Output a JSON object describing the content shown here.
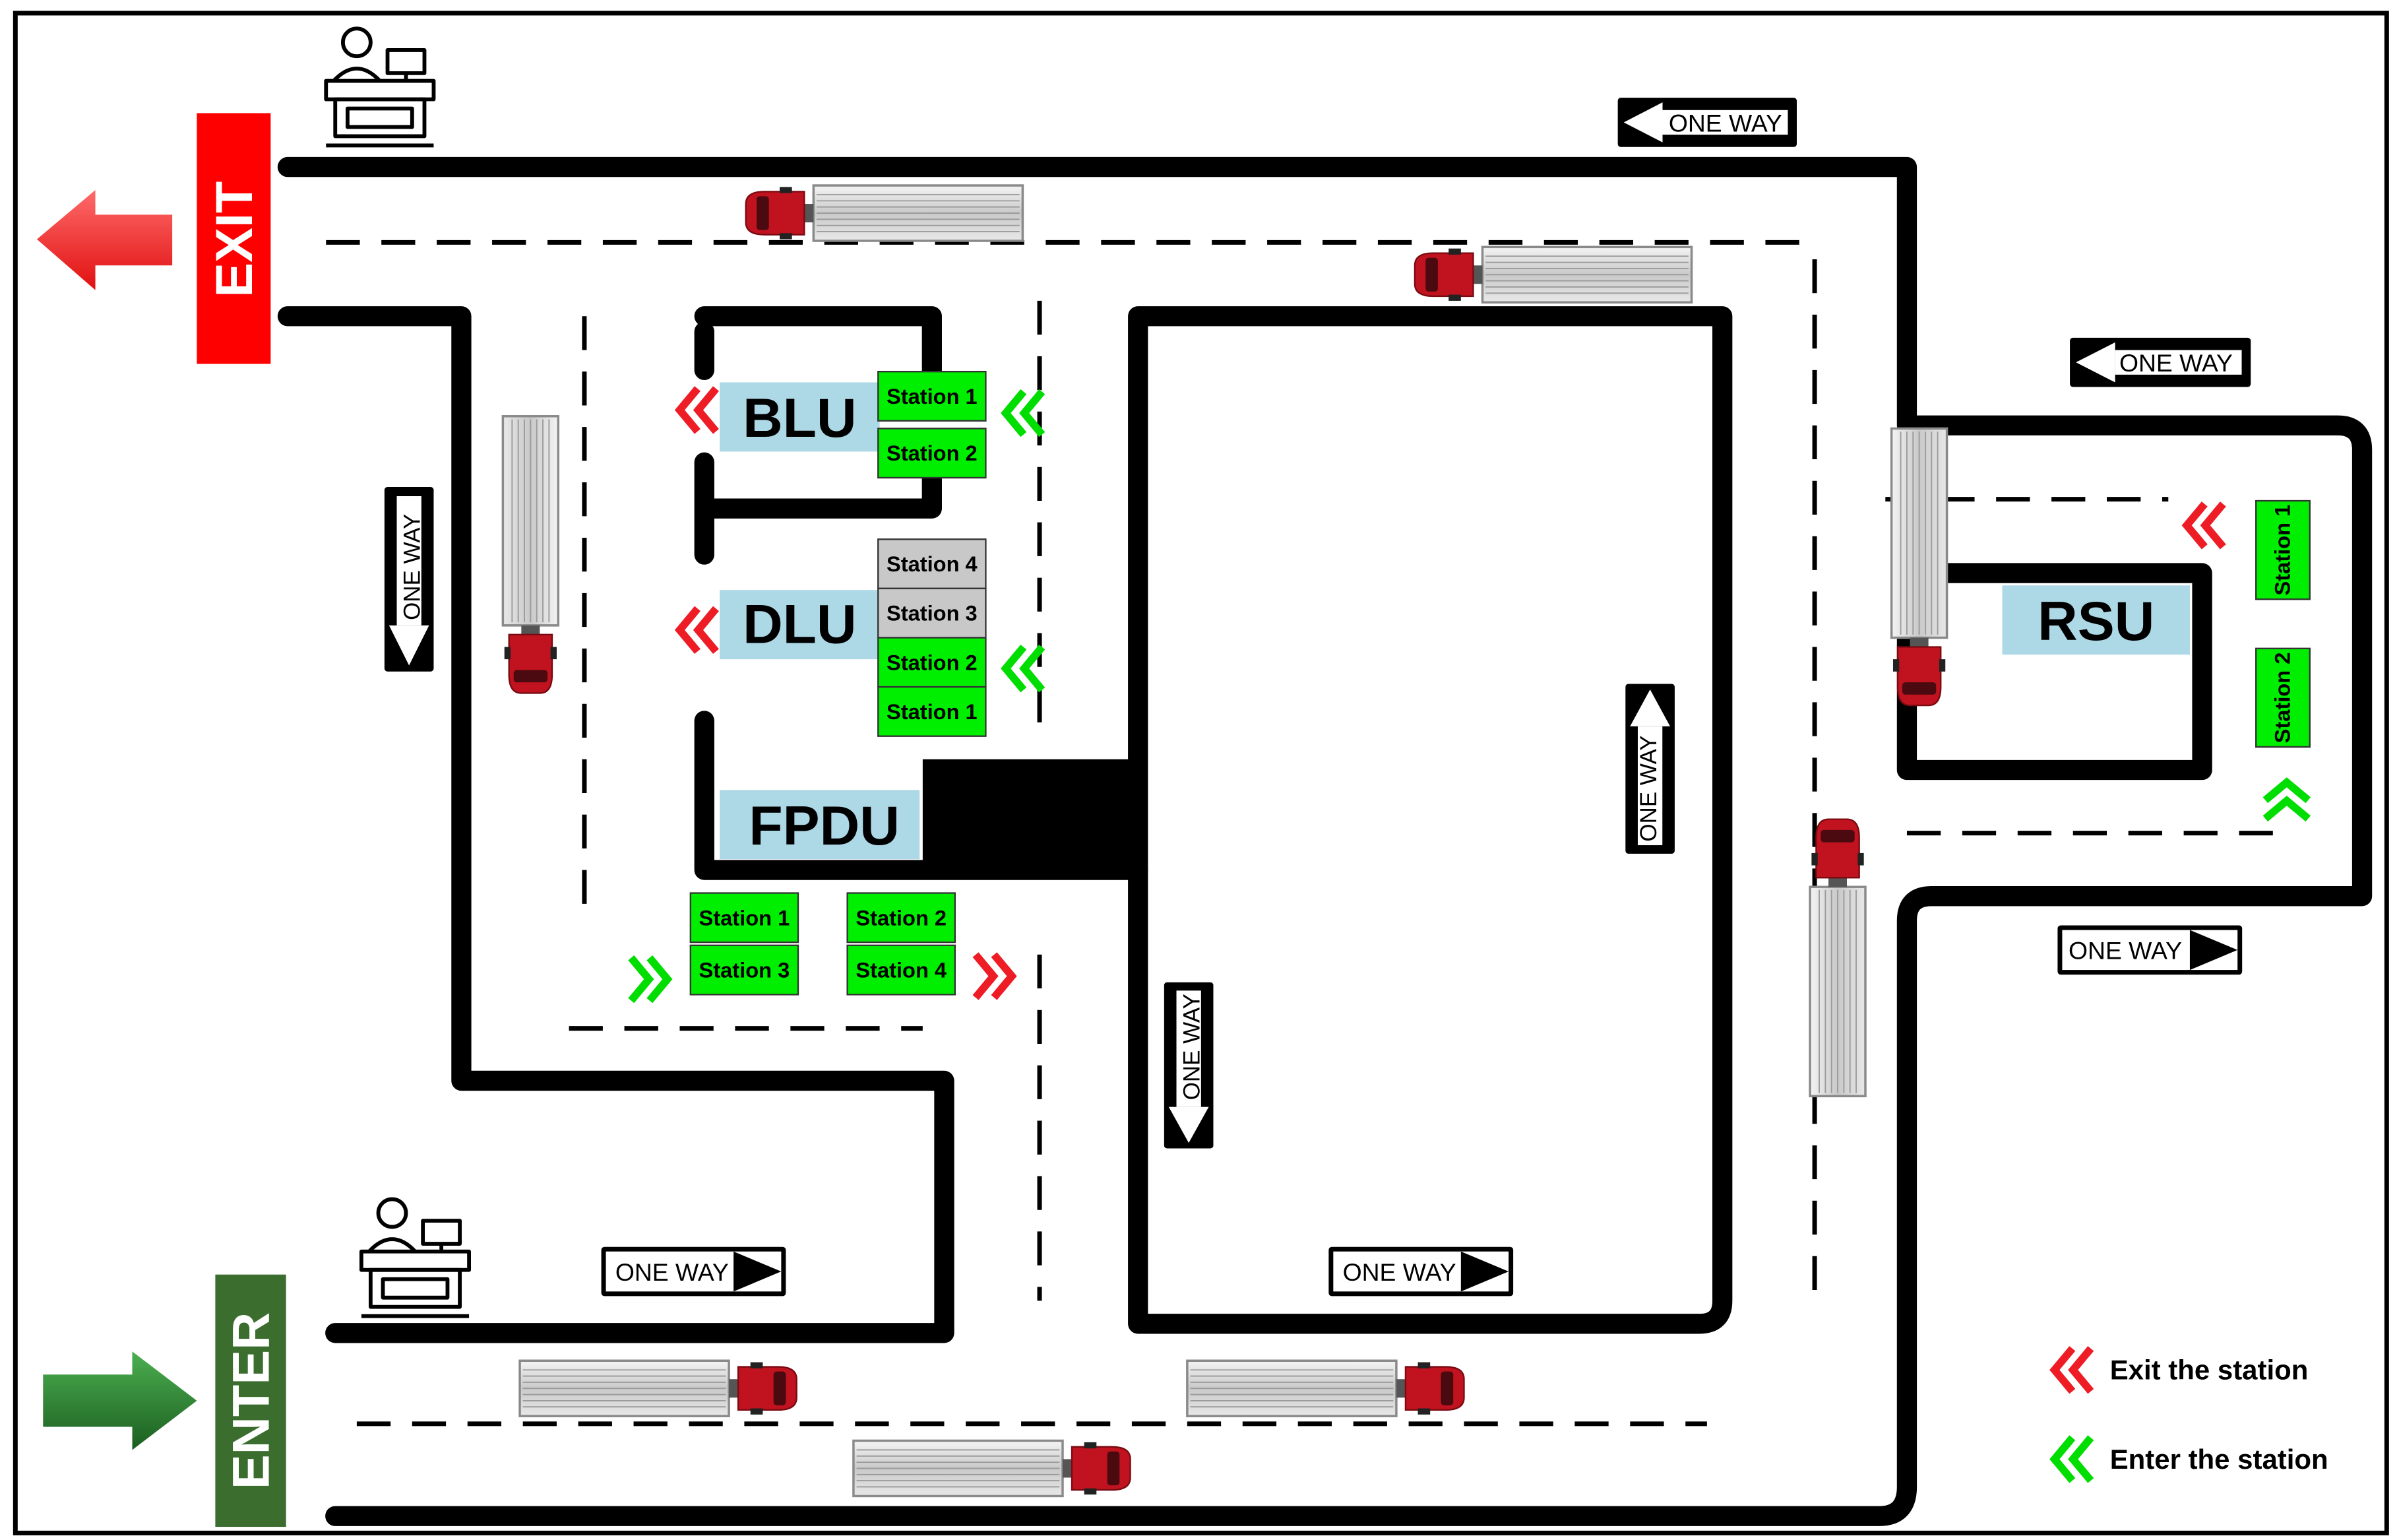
{
  "labels": {
    "exit": "EXIT",
    "enter": "ENTER",
    "blu": "BLU",
    "dlu": "DLU",
    "fpdu": "FPDU",
    "rsu": "RSU"
  },
  "signs": {
    "one_way": "ONE WAY"
  },
  "stations": {
    "blu": [
      "Station 1",
      "Station 2"
    ],
    "dlu": [
      "Station 4",
      "Station 3",
      "Station 2",
      "Station 1"
    ],
    "fpdu": [
      "Station 1",
      "Station 3",
      "Station 2",
      "Station 4"
    ],
    "rsu": [
      "Station 1",
      "Station 2"
    ]
  },
  "legend": {
    "exit_label": "Exit the station",
    "enter_label": "Enter the station"
  },
  "colors": {
    "station_active": "#00ee00",
    "station_inactive": "#c8c8c8",
    "unit_box": "#add8e6",
    "exit_red": "#ee1c24",
    "enter_green": "#00dd00",
    "exit_sign": "#ff0000",
    "enter_sign": "#3b6e2e",
    "truck_cab": "#c0131f",
    "road": "#000000"
  }
}
